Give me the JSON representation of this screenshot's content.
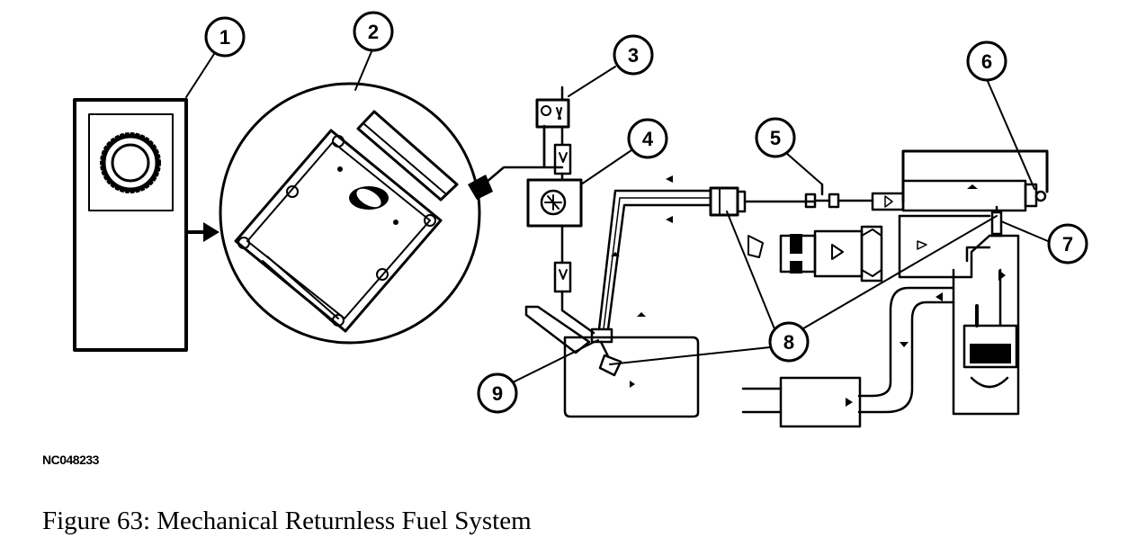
{
  "diagram": {
    "callouts": {
      "c1": "1",
      "c2": "2",
      "c3": "3",
      "c4": "4",
      "c5": "5",
      "c6": "6",
      "c7": "7",
      "c8": "8",
      "c9": "9"
    },
    "reference_code": "NC048233",
    "caption": "Figure 63: Mechanical Returnless Fuel System"
  }
}
